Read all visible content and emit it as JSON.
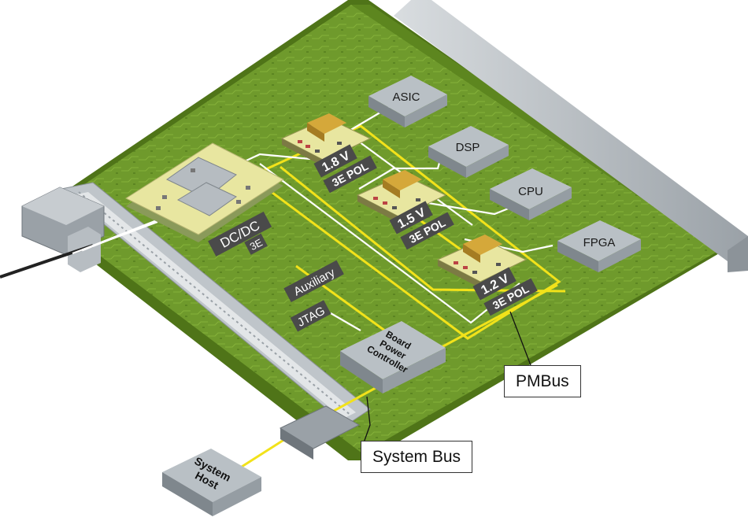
{
  "components": {
    "asic": "ASIC",
    "dsp": "DSP",
    "cpu": "CPU",
    "fpga": "FPGA",
    "dcdc_line1": "DC/DC",
    "dcdc_line2": "3E",
    "pol_1_8_voltage": "1.8 V",
    "pol_1_8_label": "3E POL",
    "pol_1_5_voltage": "1.5 V",
    "pol_1_5_label": "3E POL",
    "pol_1_2_voltage": "1.2 V",
    "pol_1_2_label": "3E POL",
    "auxiliary": "Auxiliary",
    "jtag": "JTAG",
    "controller_line1": "Board",
    "controller_line2": "Power",
    "controller_line3": "Controller",
    "host_line1": "System",
    "host_line2": "Host"
  },
  "callouts": {
    "pmbus": "PMBus",
    "system_bus": "System Bus"
  },
  "colors": {
    "board": "#6f9a2c",
    "board_dark": "#4f7418",
    "trace_yellow": "#f2e21a",
    "trace_white": "#ffffff",
    "chip": "#a9b0b6",
    "label_bg": "#4a4a4a",
    "module": "#e8e6a0"
  }
}
